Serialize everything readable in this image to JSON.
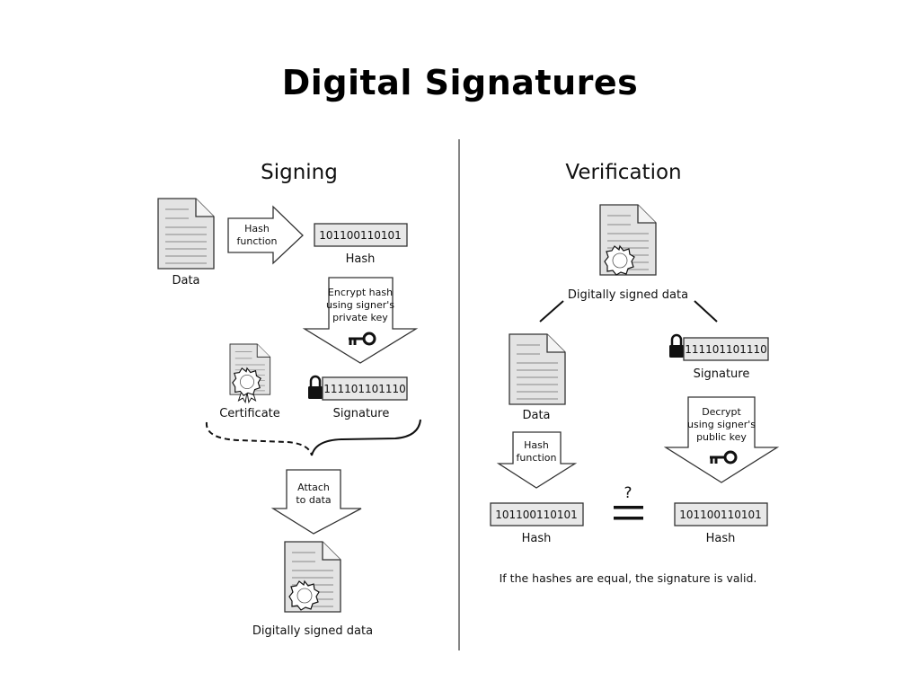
{
  "page": {
    "title": "Digital Signatures"
  },
  "signing": {
    "heading": "Signing",
    "data_label": "Data",
    "hash_function_line1": "Hash",
    "hash_function_line2": "function",
    "hash_value": "101100110101",
    "hash_label": "Hash",
    "encrypt_line1": "Encrypt hash",
    "encrypt_line2": "using signer's",
    "encrypt_line3": "private key",
    "certificate_label": "Certificate",
    "signature_value": "111101101110",
    "signature_label": "Signature",
    "attach_line1": "Attach",
    "attach_line2": "to data",
    "signed_label": "Digitally signed data"
  },
  "verification": {
    "heading": "Verification",
    "signed_label": "Digitally signed data",
    "data_label": "Data",
    "signature_value": "111101101110",
    "signature_label": "Signature",
    "hash_function_line1": "Hash",
    "hash_function_line2": "function",
    "decrypt_line1": "Decrypt",
    "decrypt_line2": "using signer's",
    "decrypt_line3": "public key",
    "question": "?",
    "hash_value_left": "101100110101",
    "hash_label_left": "Hash",
    "hash_value_right": "101100110101",
    "hash_label_right": "Hash",
    "conclusion": "If the hashes are equal, the signature is valid."
  },
  "icons": {
    "document": "document-icon",
    "certificate": "certificate-icon",
    "key": "key-icon",
    "lock": "lock-icon",
    "equals": "equals-icon"
  }
}
